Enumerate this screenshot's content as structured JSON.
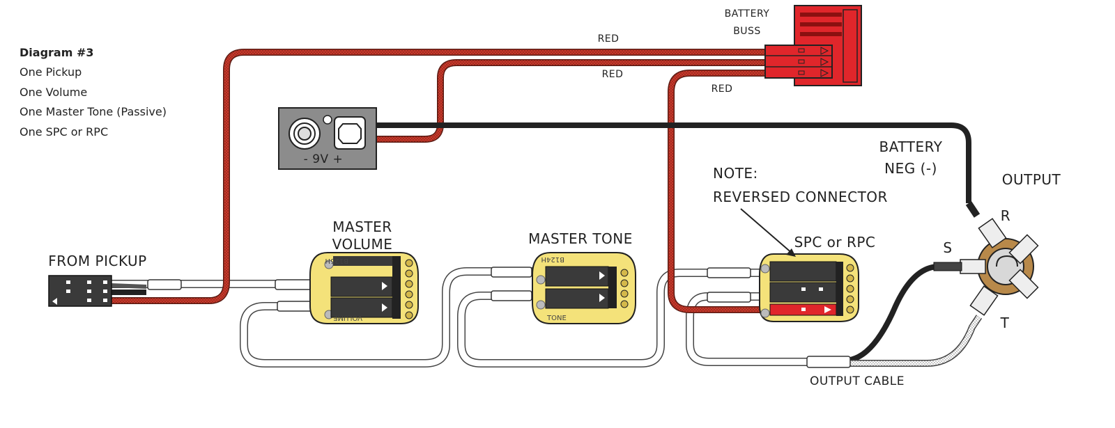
{
  "header": {
    "title": "Diagram #3",
    "lines": [
      "One Pickup",
      "One Volume",
      "One Master Tone (Passive)",
      "One SPC or RPC"
    ]
  },
  "labels": {
    "battery_buss_1": "BATTERY",
    "battery_buss_2": "BUSS",
    "red_1": "RED",
    "red_2": "RED",
    "red_3": "RED",
    "battery_label": "- 9V +",
    "battery_neg_1": "BATTERY",
    "battery_neg_2": "NEG (-)",
    "output": "OUTPUT",
    "output_r": "R",
    "output_s": "S",
    "output_t": "T",
    "note_1": "NOTE:",
    "note_2": "REVERSED CONNECTOR",
    "spc_rpc": "SPC or RPC",
    "master_tone": "MASTER TONE",
    "master_volume_1": "MASTER",
    "master_volume_2": "VOLUME",
    "from_pickup": "FROM PICKUP",
    "output_cable": "OUTPUT CABLE",
    "volume_board_code": "B125H",
    "volume_board_label": "VOLUME",
    "tone_board_code": "B124H",
    "tone_board_label": "TONE"
  },
  "colors": {
    "red_wire": "#c8392b",
    "black_wire": "#222222",
    "board": "#f4e27a",
    "connector": "#3a3a3a",
    "buss": "#e0262b",
    "battery_body": "#8c8c8c"
  }
}
